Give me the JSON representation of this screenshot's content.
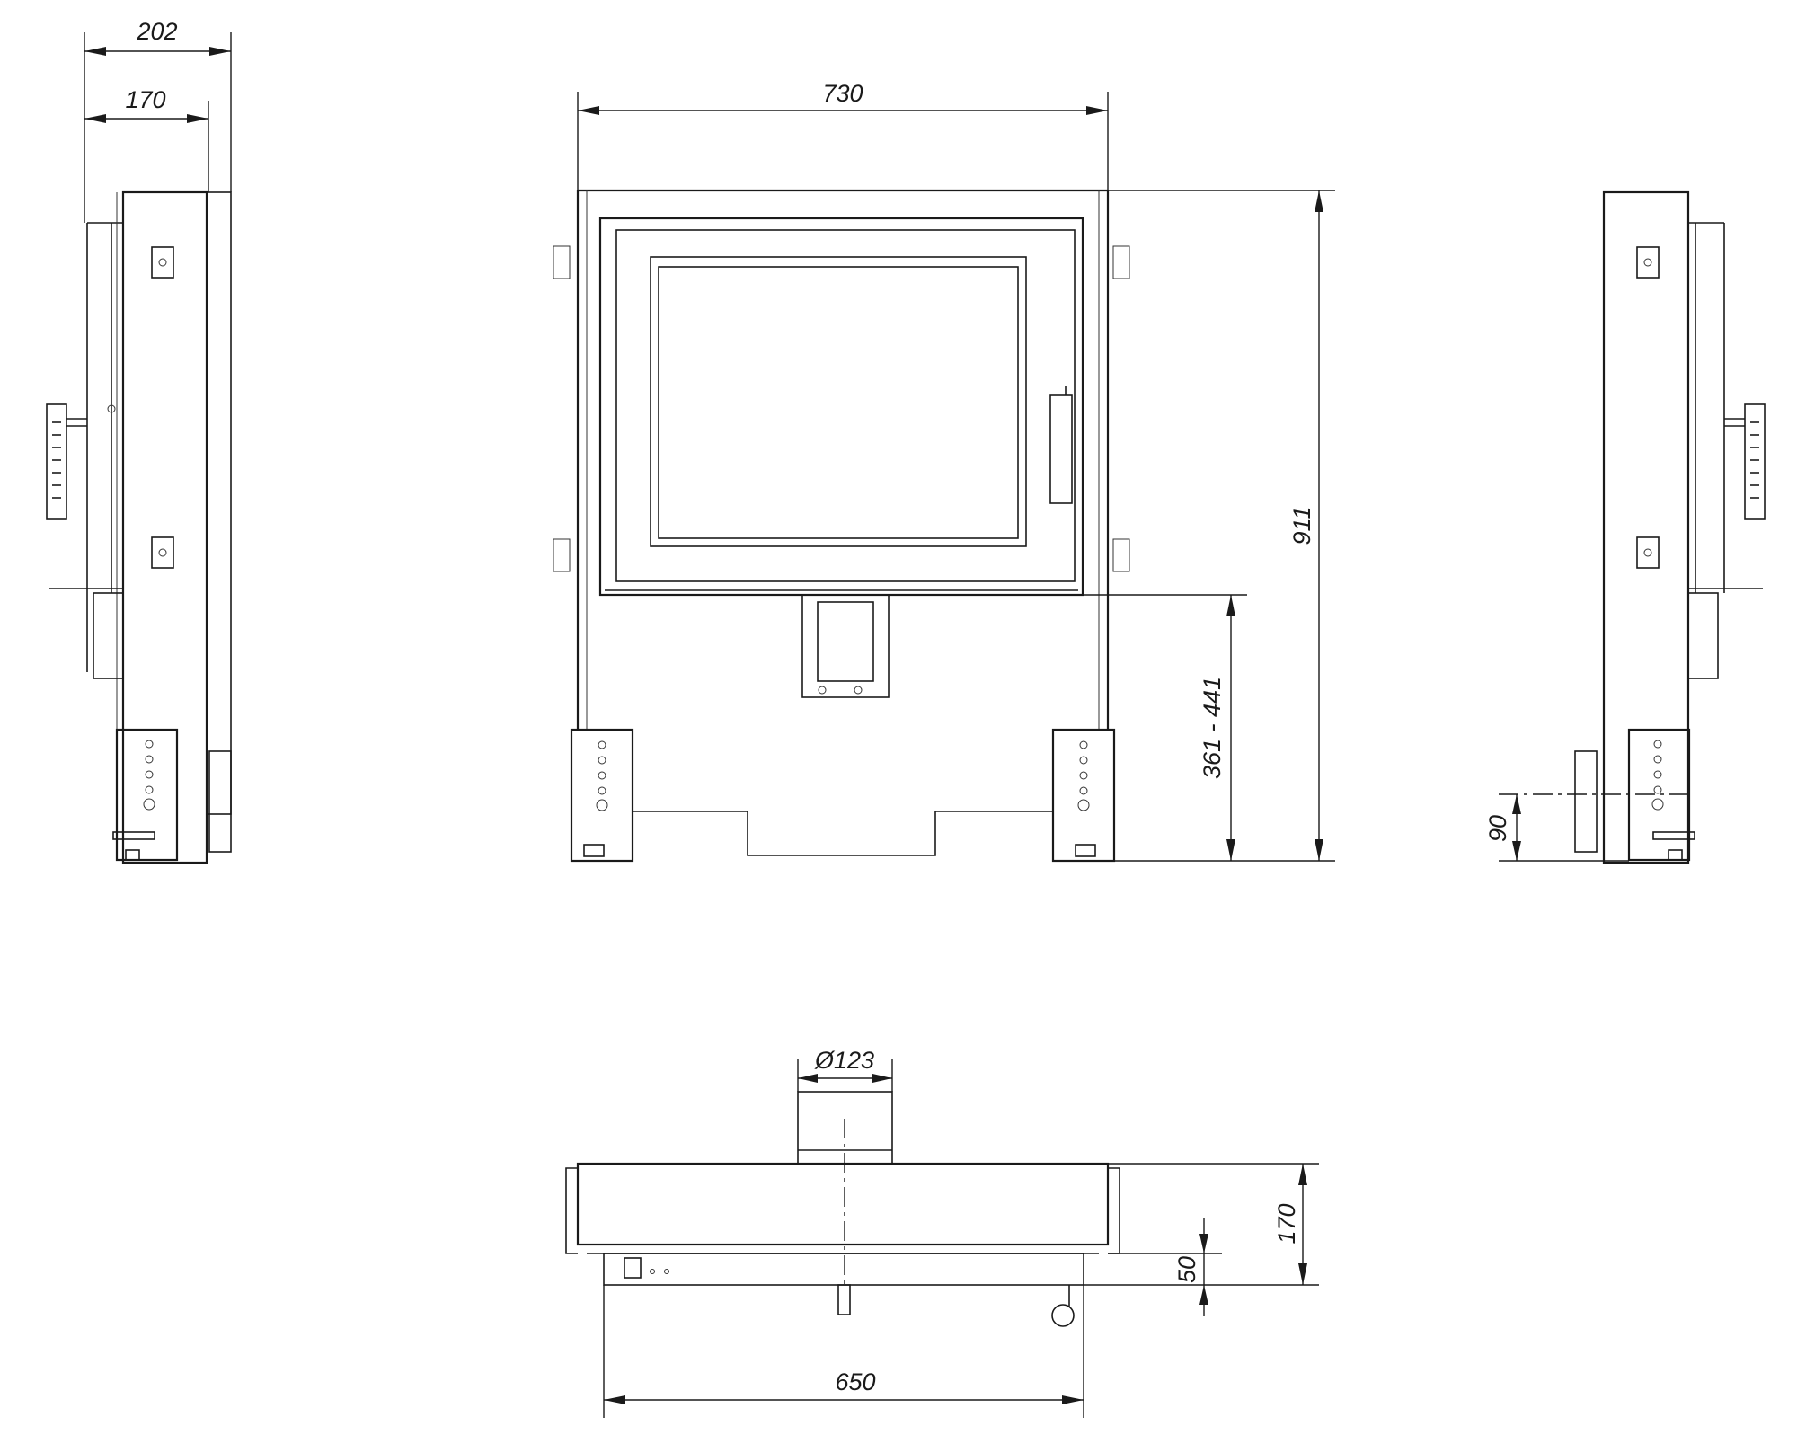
{
  "dimensions": {
    "side_depth_overall": "202",
    "side_depth_body": "170",
    "front_width": "730",
    "front_height": "911",
    "front_adjust_range": "361 - 441",
    "side_offset": "90",
    "flue_diameter": "Ø123",
    "top_depth": "170",
    "top_offset": "50",
    "top_width": "650"
  },
  "colors": {
    "line": "#1a1a1a",
    "background": "#ffffff"
  }
}
